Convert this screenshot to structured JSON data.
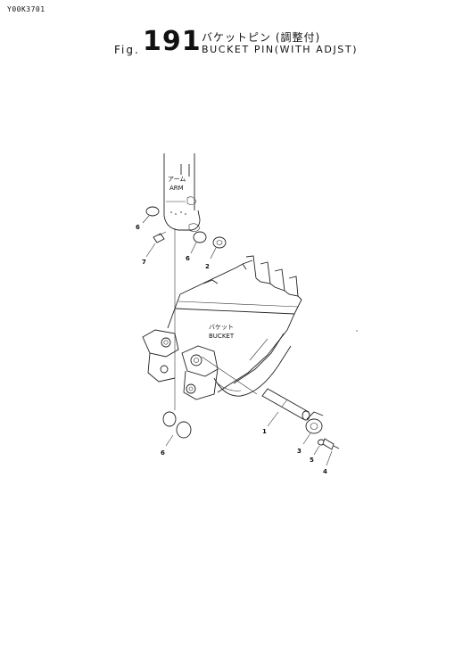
{
  "header": {
    "doc_code": "Y00K3701",
    "fig_label": "Fig.",
    "fig_number": "191",
    "title_jp": "バケットピン (調整付)",
    "title_en": "BUCKET PIN(WITH ADJST)"
  },
  "diagram": {
    "arm_label_jp": "アーム",
    "arm_label_en": "ARM",
    "bucket_label_jp": "バケット",
    "bucket_label_en": "BUCKET",
    "callouts": {
      "c1": "1",
      "c2": "2",
      "c3": "3",
      "c4": "4",
      "c5": "5",
      "c6a": "6",
      "c6b": "6",
      "c6c": "6",
      "c7": "7"
    }
  }
}
